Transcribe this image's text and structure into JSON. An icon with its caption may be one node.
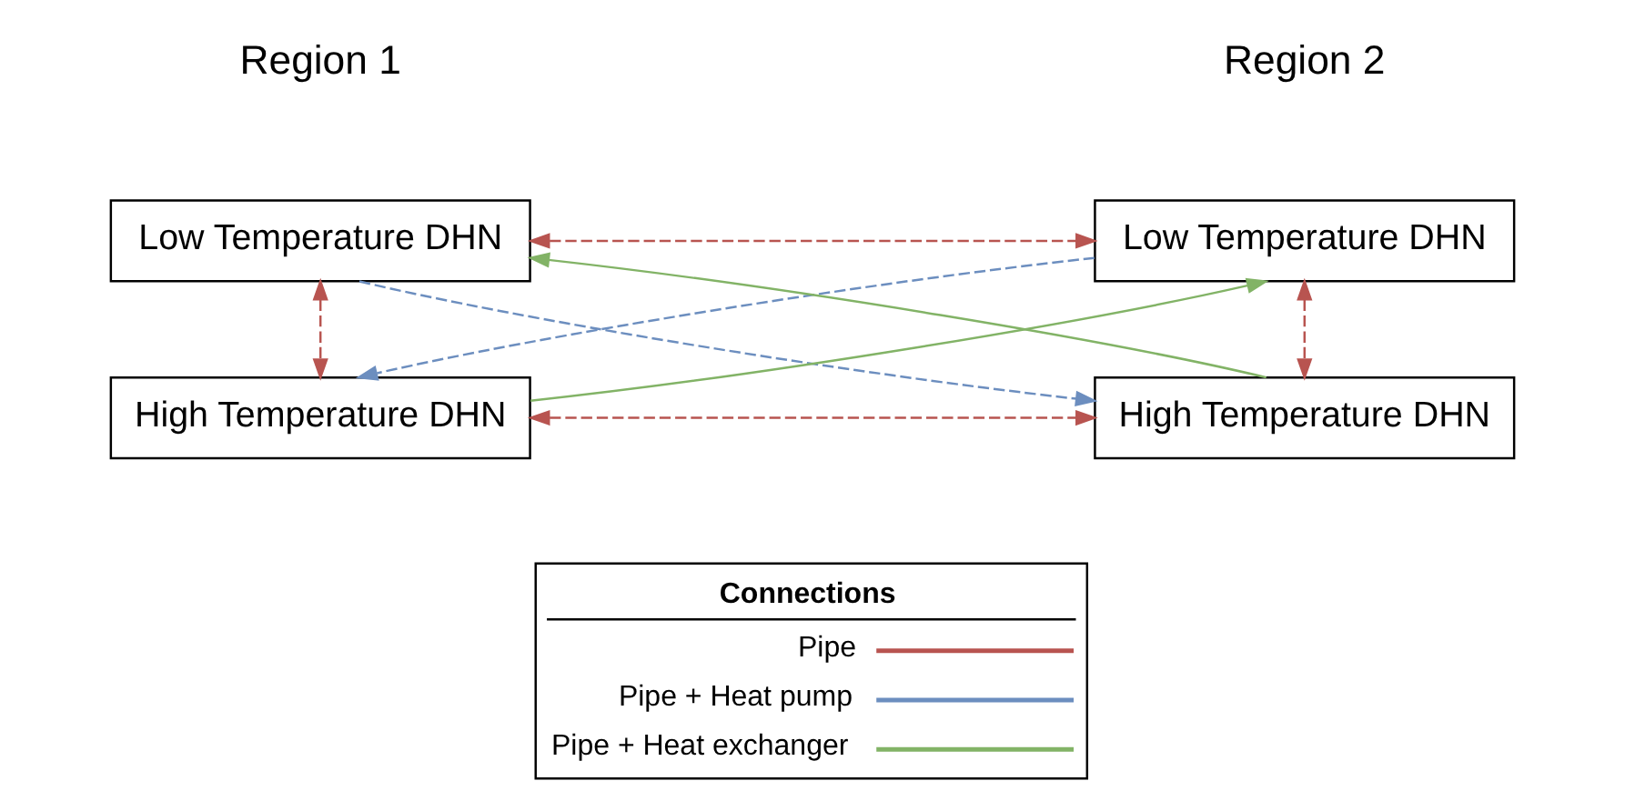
{
  "diagram": {
    "nodes": [
      {
        "text": [
          "Low Temperature DHN"
        ]
      },
      {
        "text": [
          "High Temperature DHN"
        ]
      },
      {
        "text": [
          "Low Temperature DHN"
        ]
      },
      {
        "text": [
          "High Temperature DHN"
        ]
      }
    ],
    "edges": [
      {
        "from": 0,
        "to": 2,
        "arrow": "both",
        "style": "dashed",
        "color": "#b85450"
      },
      {
        "from": 0,
        "to": 1,
        "arrow": "both",
        "style": "dashed",
        "color": "#b85450"
      },
      {
        "from": 2,
        "to": 3,
        "arrow": "both",
        "style": "dashed",
        "color": "#b85450"
      },
      {
        "from": 1,
        "to": 3,
        "arrow": "both",
        "style": "dashed",
        "color": "#b85450"
      },
      {
        "from": 0,
        "to": 3,
        "arrow": "to",
        "style": "dashed",
        "color": "#6c8ebf"
      },
      {
        "from": 2,
        "to": 1,
        "arrow": "to",
        "style": "dashed",
        "color": "#6c8ebf"
      },
      {
        "from": 1,
        "to": 2,
        "arrow": "to",
        "color": "#82b366"
      },
      {
        "from": 3,
        "to": 0,
        "arrow": "to",
        "color": "#82b366"
      }
    ],
    "labels": [
      "Region 1",
      "Region 2",
      "Connections"
    ],
    "legend": [
      {
        "text": "Pipe"
      },
      {
        "text": "Pipe + Heat pump"
      },
      {
        "text": "Pipe + Heat exchanger"
      }
    ]
  }
}
